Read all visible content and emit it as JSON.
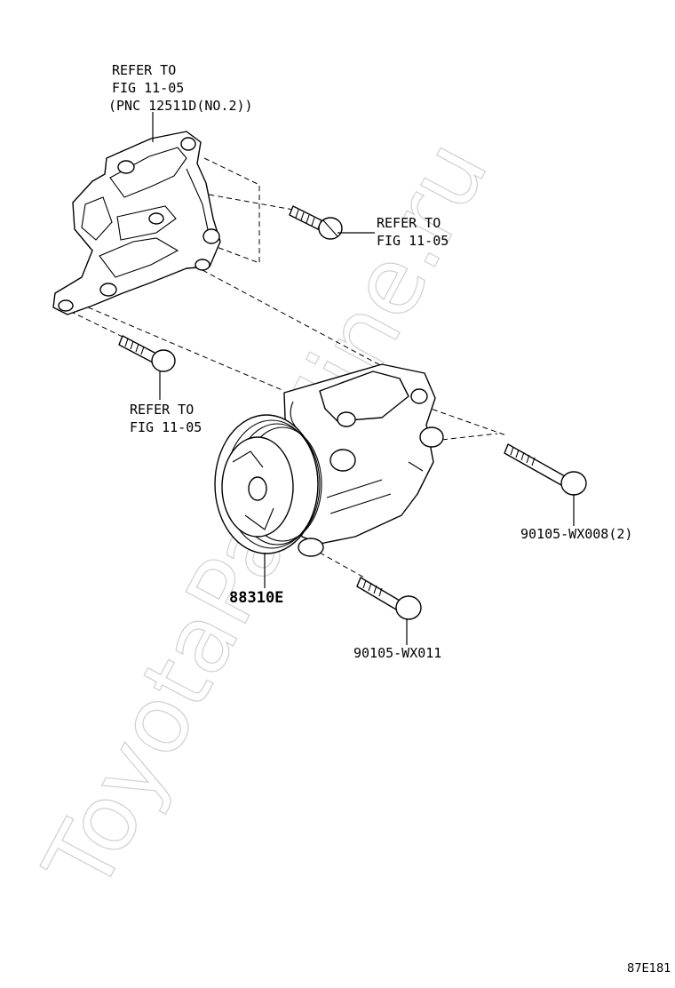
{
  "labels": {
    "bracket_ref_line1": "REFER TO",
    "bracket_ref_line2": "FIG 11-05",
    "bracket_ref_line3": "(PNC 12511D(NO.2))",
    "upper_bolt_ref_line1": "REFER TO",
    "upper_bolt_ref_line2": "FIG 11-05",
    "lower_bolt_ref_line1": "REFER TO",
    "lower_bolt_ref_line2": "FIG 11-05",
    "compressor_part": "88310E",
    "long_bolt_part": "90105-WX008(2)",
    "short_bolt_part": "90105-WX011"
  },
  "watermark": "ToyotaPartMine.ru",
  "figure_code": "87E181"
}
